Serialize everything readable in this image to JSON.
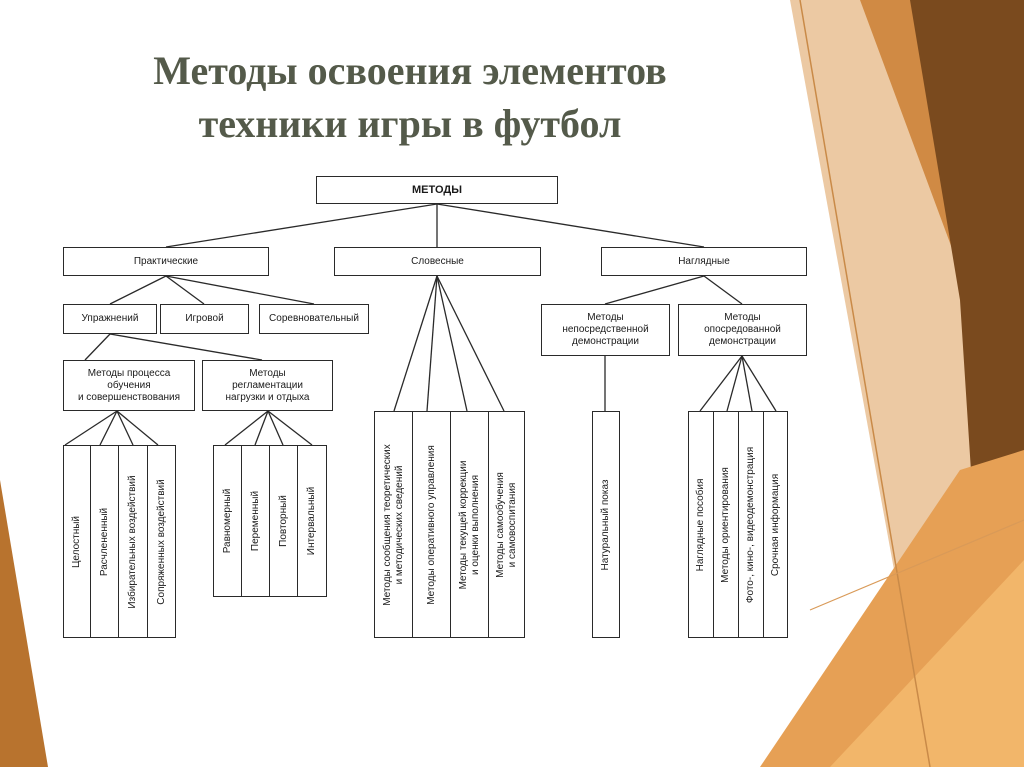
{
  "slide": {
    "title_line1": "Методы освоения элементов",
    "title_line2": "техники игры в футбол"
  },
  "colors": {
    "title": "#545a4a",
    "accent_dark": "#7a4a1e",
    "accent_mid": "#b8732e",
    "accent_light": "#e6a055",
    "accent_pale": "#ecc9a3"
  },
  "diagram": {
    "root": "МЕТОДЫ",
    "practical": {
      "label": "Практические",
      "exercises": "Упражнений",
      "game": "Игровой",
      "competitive": "Соревновательный",
      "learning_line1": "Методы процесса",
      "learning_line2": "обучения",
      "learning_line3": "и совершенствования",
      "regulation_line1": "Методы",
      "regulation_line2": "регламентации",
      "regulation_line3": "нагрузки и отдыха",
      "learning_methods": [
        "Целостный",
        "Расчлененный",
        "Избирательных воздействий",
        "Сопряженных воздействий"
      ],
      "regulation_methods": [
        "Равномерный",
        "Переменный",
        "Повторный",
        "Интервальный"
      ]
    },
    "verbal": {
      "label": "Словесные",
      "m1_line1": "Методы сообщения теоретических",
      "m1_line2": "и методических сведений",
      "m2": "Методы оперативного управления",
      "m3_line1": "Методы текущей коррекции",
      "m3_line2": "и оценки выполнения",
      "m4_line1": "Методы самообучения",
      "m4_line2": "и самовоспитания"
    },
    "visual": {
      "label": "Наглядные",
      "direct_line1": "Методы",
      "direct_line2": "непосредственной",
      "direct_line3": "демонстрации",
      "indirect_line1": "Методы",
      "indirect_line2": "опосредованной",
      "indirect_line3": "демонстрации",
      "natural": "Натуральный показ",
      "indirect_methods": [
        "Наглядные пособия",
        "Методы ориентирования",
        "Фото-, кино-, видеодемонстрация",
        "Срочная информация"
      ]
    }
  }
}
